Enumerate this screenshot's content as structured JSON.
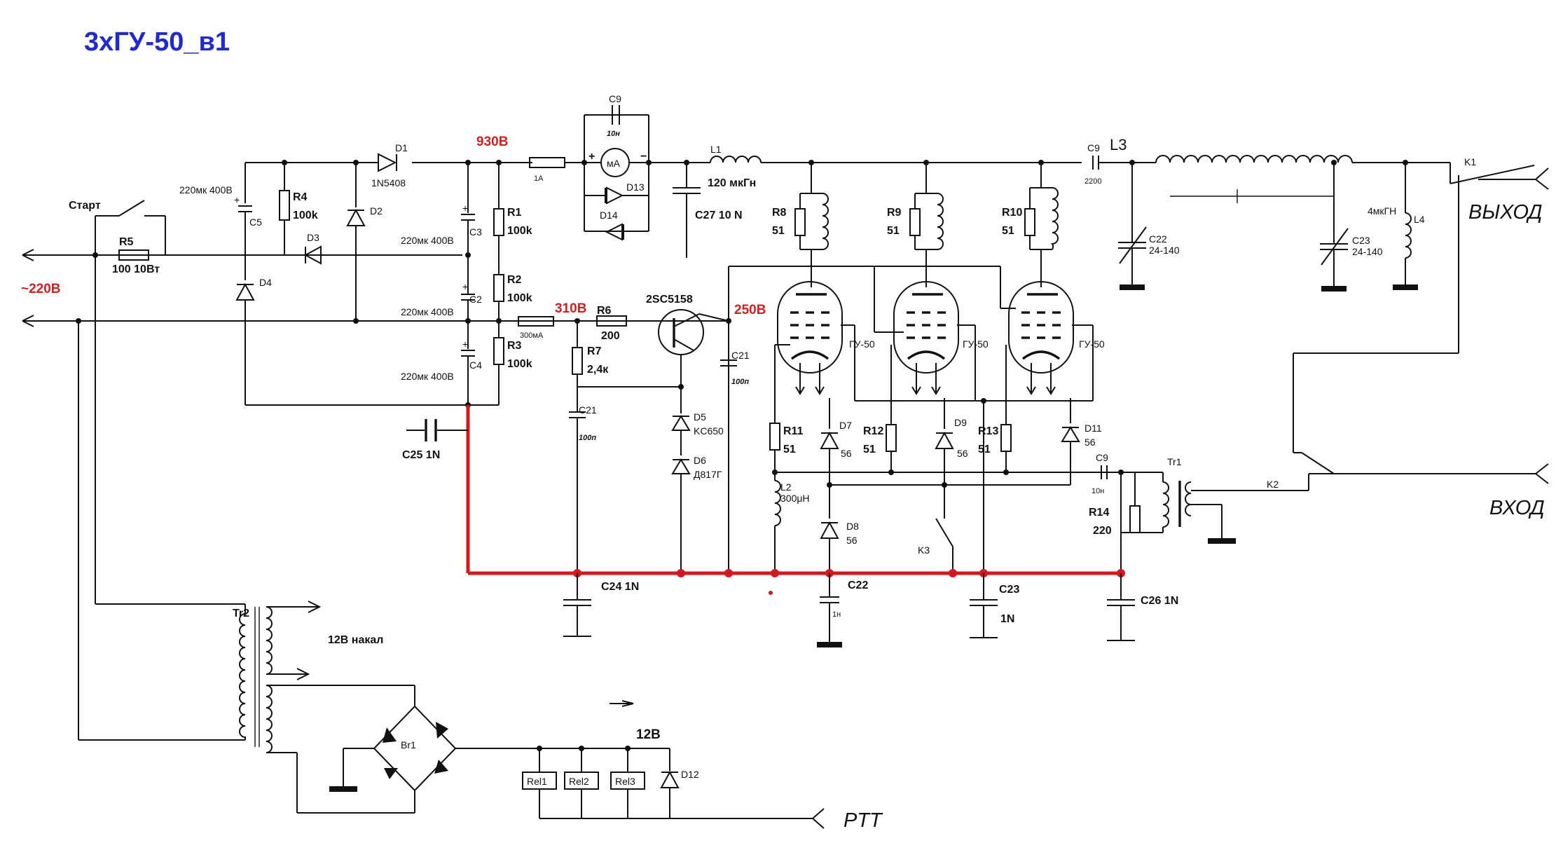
{
  "title": "3хГУ-50_в1",
  "accent_colors": {
    "title": "#1f2bd0",
    "voltage": "#d21f1f",
    "ground_bus": "#d2191c"
  },
  "voltages": {
    "v930": "930В",
    "v310": "310В",
    "v250": "250В",
    "mains": "~220В"
  },
  "labels": {
    "start": "Старт",
    "r5": "R5",
    "r5v": "100 10Вт",
    "c5cap": "220мк 400В",
    "c5": "C5",
    "r4": "R4",
    "r4v": "100k",
    "d1": "D1",
    "d1v": "1N5408",
    "d2": "D2",
    "d3": "D3",
    "d4": "D4",
    "c3cap": "220мк 400В",
    "c3": "C3",
    "c2cap": "220мк 400В",
    "c2": "C2",
    "c4cap": "220мк 400В",
    "c4": "C4",
    "r1": "R1",
    "r1v": "100k",
    "r2": "R2",
    "r2v": "100k",
    "r3": "R3",
    "r3v": "100k",
    "fuse": "1A",
    "c9top": "C9",
    "c9topv": "10н",
    "ma": "мА",
    "d13": "D13",
    "d14": "D14",
    "l1": "L1",
    "l1v": "120 мкГн",
    "c27": "C27 10 N",
    "c9out": "C9",
    "c9outv": "2200",
    "l3": "L3",
    "k1": "K1",
    "output": "ВЫХОД",
    "input": "ВХОД",
    "c22tune": "C22",
    "c22tunev": "24-140",
    "c23tune": "C23",
    "c23tunev": "24-140",
    "l4": "L4",
    "l4v": "4мкГН",
    "r8": "R8",
    "r8v": "51",
    "r9": "R9",
    "r9v": "51",
    "r10": "R10",
    "r10v": "51",
    "rlim": "300мА",
    "r6": "R6",
    "r6v": "200",
    "r7": "R7",
    "r7v": "2,4к",
    "trans": "2SC5158",
    "c21a": "C21",
    "c21av": "100п",
    "c21b": "C21",
    "c21bv": "100п",
    "d5": "D5",
    "d5v": "KC650",
    "d6": "D6",
    "d6v": "Д817Г",
    "tube1": "ГУ-50",
    "tube2": "ГУ-50",
    "tube3": "ГУ-50",
    "r11": "R11",
    "r11v": "51",
    "r12": "R12",
    "r12v": "51",
    "r13": "R13",
    "r13v": "51",
    "d7": "D7",
    "d7v": "56",
    "d9": "D9",
    "d9v": "56",
    "d11": "D11",
    "d11v": "56",
    "l2": "L2",
    "l2v": "300μH",
    "d8": "D8",
    "d8v": "56",
    "k3": "K3",
    "c9in": "C9",
    "c9inv": "10н",
    "tr1": "Tr1",
    "k2": "K2",
    "r14": "R14",
    "r14v": "220",
    "c25": "C25 1N",
    "c24": "C24 1N",
    "c22": "C22",
    "c22v": "1н",
    "c23": "C23",
    "c23v": "1N",
    "c26": "C26 1N",
    "tr2": "Tr2",
    "heater": "12В накал",
    "br1": "Br1",
    "v12": "12В",
    "rel1": "Rel1",
    "rel2": "Rel2",
    "rel3": "Rel3",
    "d12": "D12",
    "ptt": "PTT"
  }
}
